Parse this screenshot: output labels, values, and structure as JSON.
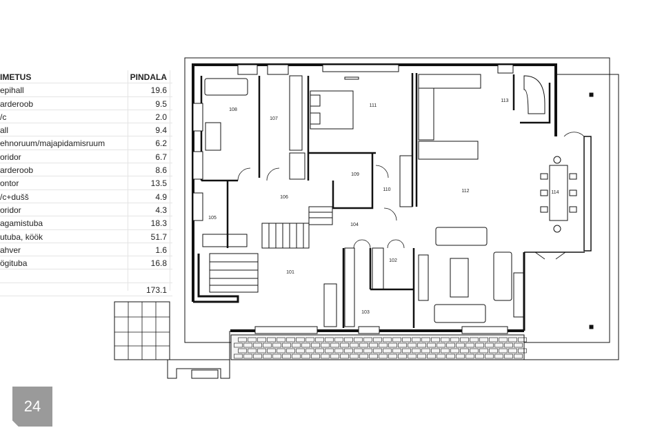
{
  "table": {
    "header": {
      "name": "IMETUS",
      "area": "PINDALA"
    },
    "rows": [
      {
        "name": "epihall",
        "area": "19.6"
      },
      {
        "name": "arderoob",
        "area": "9.5"
      },
      {
        "name": "/c",
        "area": "2.0"
      },
      {
        "name": "all",
        "area": "9.4"
      },
      {
        "name": "ehnoruum/majapidamisruum",
        "area": "6.2"
      },
      {
        "name": "oridor",
        "area": "6.7"
      },
      {
        "name": "arderoob",
        "area": "8.6"
      },
      {
        "name": "ontor",
        "area": "13.5"
      },
      {
        "name": "/c+dušš",
        "area": "4.9"
      },
      {
        "name": "oridor",
        "area": "4.3"
      },
      {
        "name": "agamistuba",
        "area": "18.3"
      },
      {
        "name": "utuba, köök",
        "area": "51.7"
      },
      {
        "name": "ahver",
        "area": "1.6"
      },
      {
        "name": "ögituba",
        "area": "16.8"
      },
      {
        "name": "",
        "area": ""
      },
      {
        "name": "",
        "area": "173.1"
      }
    ]
  },
  "rooms": {
    "r101": "101",
    "r102": "102",
    "r103": "103",
    "r104": "104",
    "r105": "105",
    "r106": "106",
    "r107": "107",
    "r108": "108",
    "r109": "109",
    "r110": "110",
    "r111": "111",
    "r112": "112",
    "r113": "113",
    "r114": "114"
  },
  "page_badge": "24"
}
